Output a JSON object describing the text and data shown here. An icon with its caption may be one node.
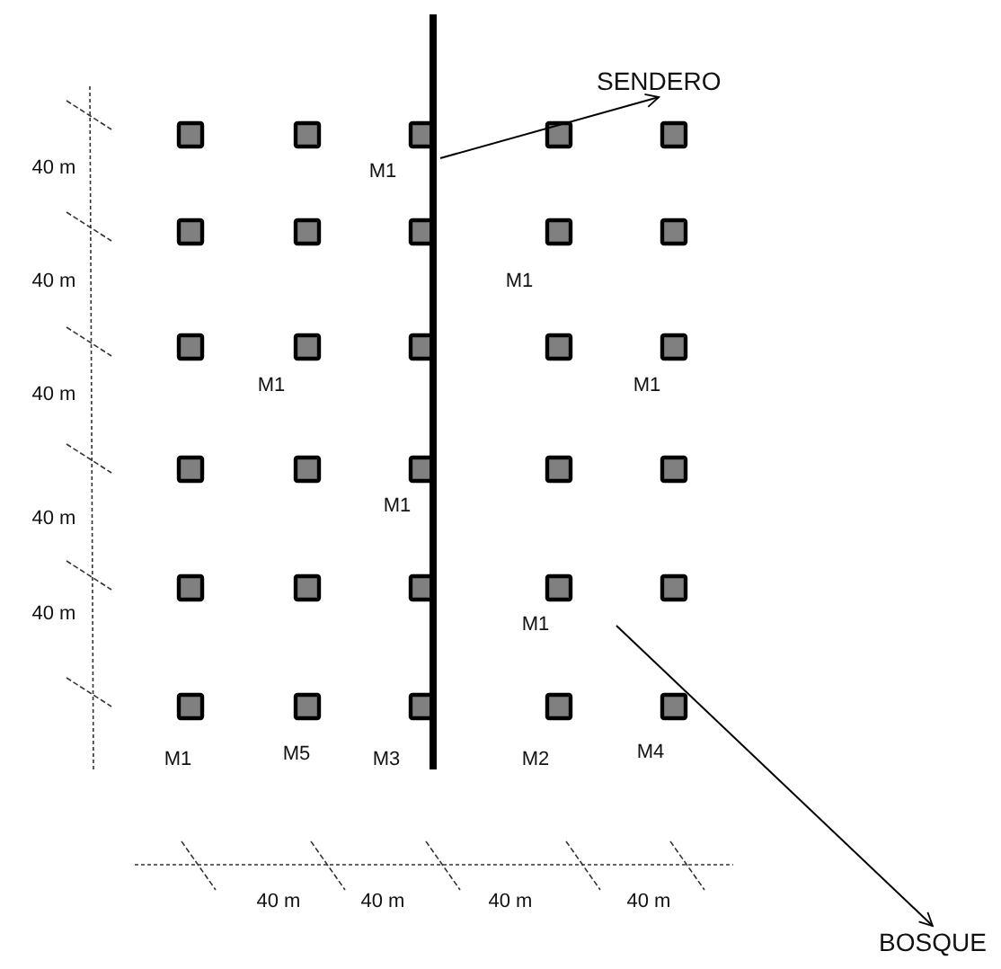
{
  "diagram": {
    "nodes": [
      {
        "text": [
          "SENDERO"
        ]
      },
      {
        "text": [],
        "shape": "bar"
      },
      {
        "text": [
          "BOSQUE"
        ]
      }
    ],
    "edges": [
      {
        "from": 1,
        "to": 0,
        "arrow": "to"
      },
      {
        "from": null,
        "to": 2,
        "arrow": "to"
      }
    ],
    "labels": [
      "40 m",
      "M1",
      "40 m",
      "M1",
      "M1",
      "M1",
      "40 m",
      "M1",
      "40 m",
      "40 m",
      "M1",
      "M1",
      "M5",
      "M3",
      "M2",
      "M4",
      "40 m",
      "40 m",
      "40 m",
      "40 m"
    ]
  }
}
